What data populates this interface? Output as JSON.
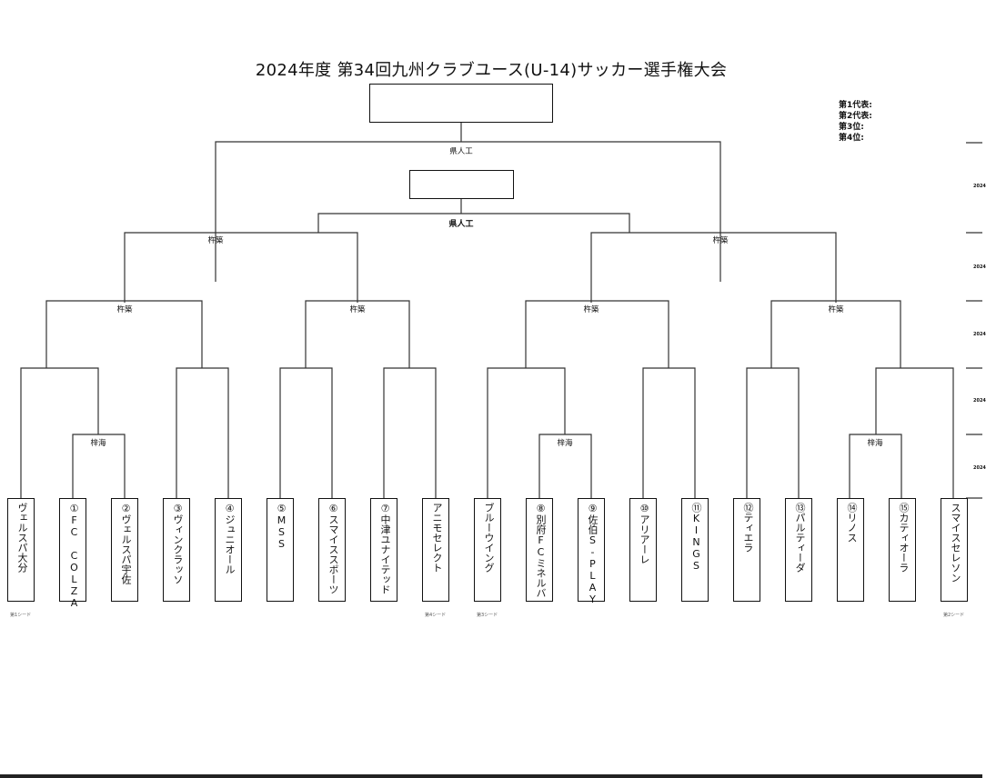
{
  "title": "2024年度 第34回九州クラブユース(U-14)サッカー選手権大会",
  "results": [
    "第1代表:",
    "第2代表:",
    "第3位:",
    "第4位:"
  ],
  "venues": {
    "final": "県人工",
    "third_place": "県人工",
    "semi_left": "杵築",
    "semi_right": "杵築",
    "quarter_1": "杵築",
    "quarter_2": "杵築",
    "quarter_3": "杵築",
    "quarter_4": "杵築",
    "prelim_1": "梓海",
    "prelim_2": "梓海",
    "prelim_3": "梓海"
  },
  "teams": [
    "ヴェルスパ大分",
    "①FC COLZA",
    "②ヴェルスパ宇佐",
    "③ヴィンクラッソ",
    "④ジュニオール",
    "⑤MSS",
    "⑥スマイススポーツ",
    "⑦中津ユナイテッド",
    "アニモセレクト",
    "ブルーウイング",
    "⑧別府FCミネルバ",
    "⑨佐伯S-PLAY",
    "⑩アリアーレ",
    "⑪KINGS",
    "⑫ティエラ",
    "⑬パルティーダ",
    "⑭リノス",
    "⑮カティオーラ",
    "スマイスセレソン"
  ],
  "seeds": [
    "第1シード",
    "第4シード",
    "第3シード",
    "第2シード"
  ],
  "edge_labels": [
    "2024",
    "2024",
    "2024",
    "2024",
    "2024"
  ]
}
